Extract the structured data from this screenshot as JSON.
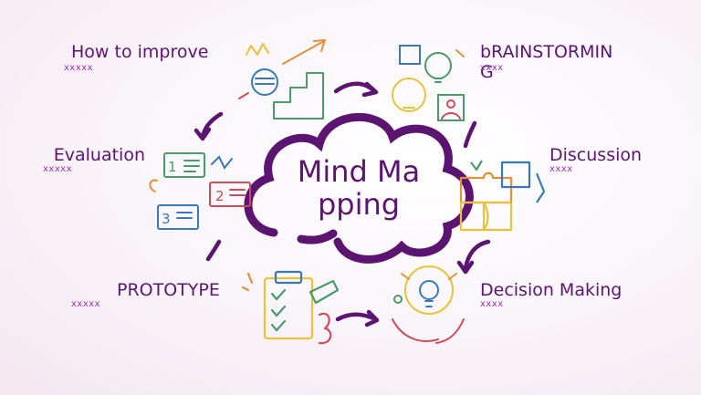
{
  "center": {
    "title": "Mind Mapping"
  },
  "nodes": [
    {
      "id": "how-to-improve",
      "label": "How to improve",
      "sub": "xxxxx"
    },
    {
      "id": "brainstorming",
      "label": "bRAINSTORMING",
      "sub": "xxxx"
    },
    {
      "id": "discussion",
      "label": "Discussion",
      "sub": "xxxx"
    },
    {
      "id": "decision-making",
      "label": "Decision Making",
      "sub": "xxxx"
    },
    {
      "id": "prototype",
      "label": "PROTOTYPE",
      "sub": "xxxxx"
    },
    {
      "id": "evaluation",
      "label": "Evaluation",
      "sub": "xxxxx"
    }
  ],
  "colors": {
    "purple": "#5b1470",
    "sub_purple": "#9b2fb0",
    "green": "#4a9a6a",
    "blue": "#3b78b8",
    "orange": "#e0923a",
    "red": "#d04a5a",
    "yellow": "#e7c23a"
  },
  "icons": [
    "fist-stairs-icon",
    "lightbulb-people-icon",
    "puzzle-icon",
    "lightbulb-hands-icon",
    "clipboard-pencil-icon",
    "numbered-list-icon"
  ]
}
